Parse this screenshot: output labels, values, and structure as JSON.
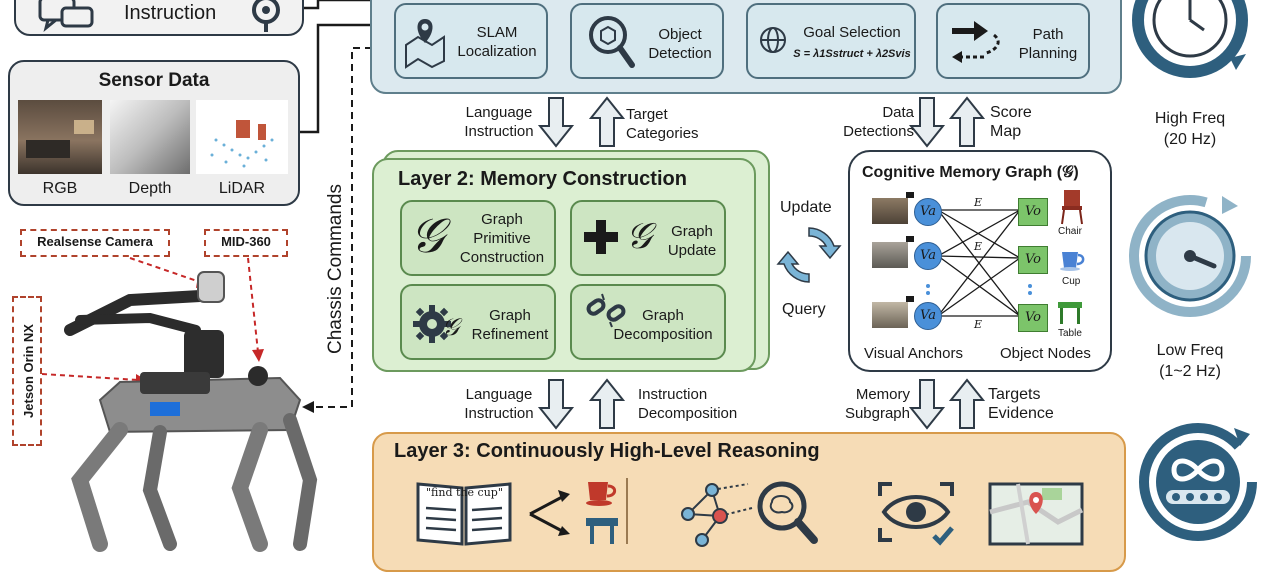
{
  "instruction_box": {
    "label": "Instruction"
  },
  "sensor_data": {
    "title": "Sensor Data",
    "items": [
      "RGB",
      "Depth",
      "LiDAR"
    ]
  },
  "robot_labels": {
    "camera": "Realsense Camera",
    "lidar": "MID-360",
    "compute": "Jetson Orin NX"
  },
  "chassis_commands": "Chassis Commands",
  "layer1": {
    "modules": [
      {
        "name": "SLAM",
        "name2": "Localization"
      },
      {
        "name": "Object",
        "name2": "Detection"
      },
      {
        "name": "Goal Selection",
        "formula": "S = λ1Sstruct + λ2Svis"
      },
      {
        "name": "Path",
        "name2": "Planning"
      }
    ]
  },
  "flow_top_left": {
    "down": [
      "Language",
      "Instruction"
    ],
    "up": [
      "Target",
      "Categories"
    ]
  },
  "flow_top_right": {
    "down": [
      "Data",
      "Detections"
    ],
    "up": [
      "Score",
      "Map"
    ]
  },
  "layer2": {
    "title": "Layer 2: Memory Construction",
    "modules": [
      {
        "line1": "Graph",
        "line2": "Primitive",
        "line3": "Construction"
      },
      {
        "line1": "Graph",
        "line2": "Update"
      },
      {
        "line1": "Graph",
        "line2": "Refinement"
      },
      {
        "line1": "Graph",
        "line2": "Decomposition"
      }
    ]
  },
  "update_query": {
    "update": "Update",
    "query": "Query"
  },
  "memory_graph": {
    "title": "Cognitive Memory Graph (𝒢)",
    "anchor_symbol": "Va",
    "object_symbol": "Vo",
    "edge_symbol": "E",
    "objects": [
      "Chair",
      "Cup",
      "Table"
    ],
    "footer_left": "Visual Anchors",
    "footer_right": "Object Nodes"
  },
  "freq": {
    "high": [
      "High Freq",
      "(20 Hz)"
    ],
    "low": [
      "Low Freq",
      "(1~2 Hz)"
    ]
  },
  "flow_bottom_left": {
    "down": [
      "Language",
      "Instruction"
    ],
    "up": [
      "Instruction",
      "Decomposition"
    ]
  },
  "flow_bottom_right": {
    "down": [
      "Memory",
      "Subgraph"
    ],
    "up": [
      "Targets",
      "Evidence"
    ]
  },
  "layer3": {
    "title": "Layer 3: Continuously High-Level Reasoning",
    "book_text": "\"find the cup\""
  },
  "colors": {
    "layer1_bg": "#dce9ef",
    "layer2_bg": "#dcefd2",
    "layer3_bg": "#f6dcb6",
    "dark": "#2e3a46",
    "accent_red": "#b0432c",
    "node_blue": "#4a90d9",
    "node_green": "#7cc46a"
  }
}
